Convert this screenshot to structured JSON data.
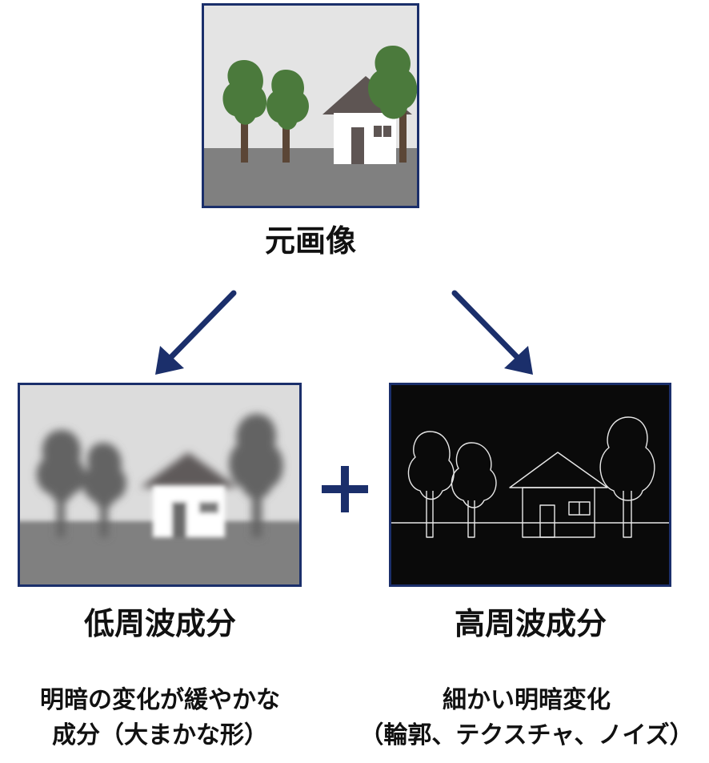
{
  "original": {
    "caption": "元画像"
  },
  "low_frequency": {
    "caption": "低周波成分",
    "description_line1": "明暗の変化が緩やかな",
    "description_line2": "成分（大まかな形）"
  },
  "high_frequency": {
    "caption": "高周波成分",
    "description_line1": "細かい明暗変化",
    "description_line2": "（輪郭、テクスチャ、ノイズ）"
  },
  "operator": {
    "symbol": "+",
    "icon": "plus-icon"
  },
  "colors": {
    "frame": "#1b2f6b",
    "arrow": "#1b2f6b",
    "sky": "#e4e4e4",
    "ground": "#808080",
    "tree_green": "#4b7a3c",
    "trunk": "#5b4636",
    "roof": "#5e5553",
    "wall": "#ffffff",
    "door": "#5e5553",
    "edge_line": "#e8e8e8",
    "edge_bg": "#0a0a0a"
  }
}
